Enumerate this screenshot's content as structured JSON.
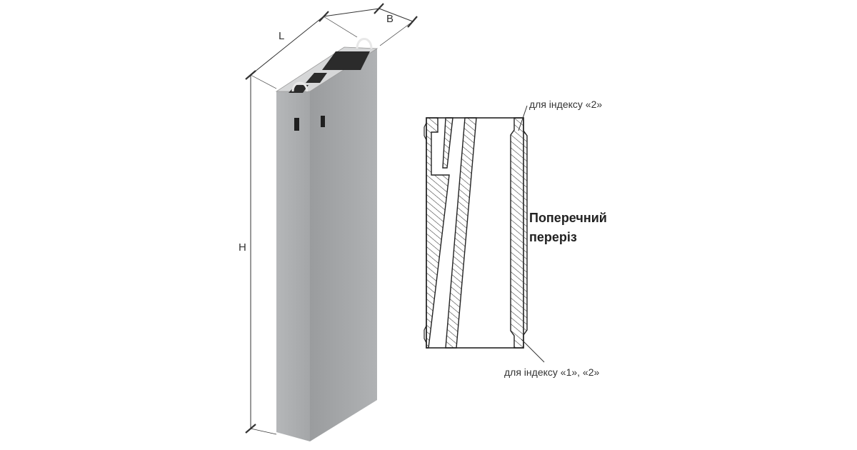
{
  "dimensions": {
    "length": "L",
    "width": "B",
    "height": "H"
  },
  "section": {
    "title_line1": "Поперечний",
    "title_line2": "переріз",
    "note_top": "для індексу «2»",
    "note_bottom": "для індексу «1», «2»"
  },
  "colors": {
    "concrete_front": "#a9abad",
    "concrete_side": "#c4c6c8",
    "concrete_top": "#d8d9da",
    "hatch": "#333333"
  }
}
